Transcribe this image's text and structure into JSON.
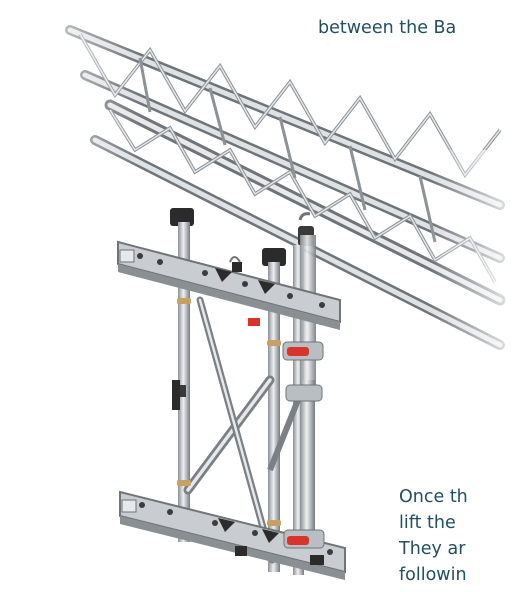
{
  "text": {
    "intro_partial": "between the Ba",
    "body_lines": [
      "Once th",
      "lift the",
      "They ar",
      "followin"
    ]
  },
  "illustration": {
    "name": "truss-with-mounting-frame",
    "colors": {
      "metal_light": "#e6e8ea",
      "metal_mid": "#b9bec3",
      "metal_dark": "#6f7479",
      "clamp": "#2b2b2b",
      "accent": "#d8342c",
      "brass": "#c7a063"
    }
  }
}
